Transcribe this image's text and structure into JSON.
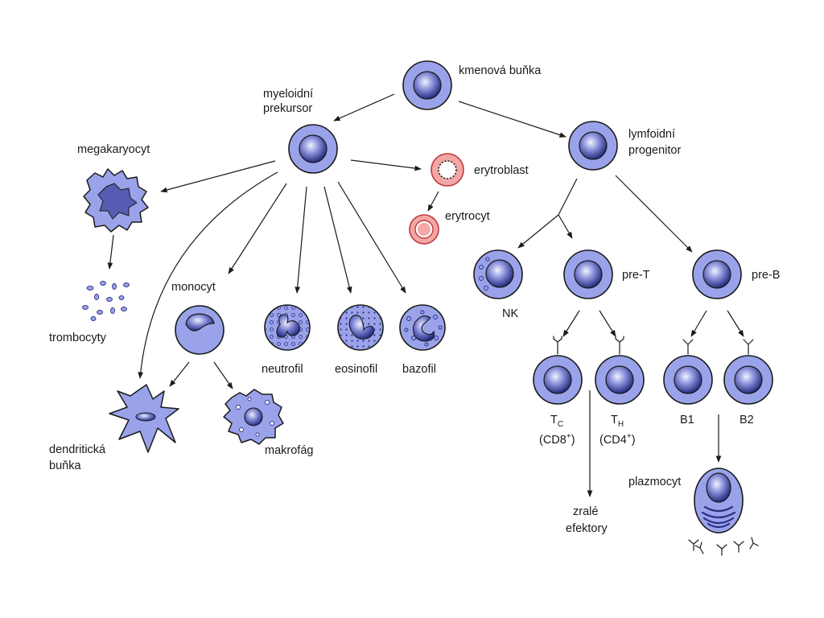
{
  "labels": {
    "stem_cell": "kmenová buňka",
    "myeloid_line1": "myeloidní",
    "myeloid_line2": "prekursor",
    "lymphoid_line1": "lymfoidní",
    "lymphoid_line2": "progenitor",
    "megakaryocyte": "megakaryocyt",
    "platelets": "trombocyty",
    "erythroblast": "erytroblast",
    "erythrocyte": "erytrocyt",
    "monocyte": "monocyt",
    "neutrophil": "neutrofil",
    "eosinophil": "eosinofil",
    "basophil": "bazofil",
    "dendritic_line1": "dendritická",
    "dendritic_line2": "buňka",
    "macrophage": "makrofág",
    "nk": "NK",
    "pre_t": "pre-T",
    "pre_b": "pre-B",
    "tc_main": "T",
    "tc_sub": "C",
    "tc_marker_main": "(CD8",
    "tc_marker_sup": "+",
    "tc_marker_close": ")",
    "th_main": "T",
    "th_sub": "H",
    "th_marker_main": "(CD4",
    "th_marker_sup": "+",
    "th_marker_close": ")",
    "b1": "B1",
    "b2": "B2",
    "plasma_cell": "plazmocyt",
    "effectors_line1": "zralé",
    "effectors_line2": "efektory"
  },
  "colors": {
    "cell_fill": "#9aa3ea",
    "nucleus_dark": "#2b2f86",
    "nucleus_light": "#eef0ff",
    "erythro_fill": "#f4a7a7",
    "erythro_stroke": "#c0393b",
    "outline": "#1a1a1a"
  }
}
